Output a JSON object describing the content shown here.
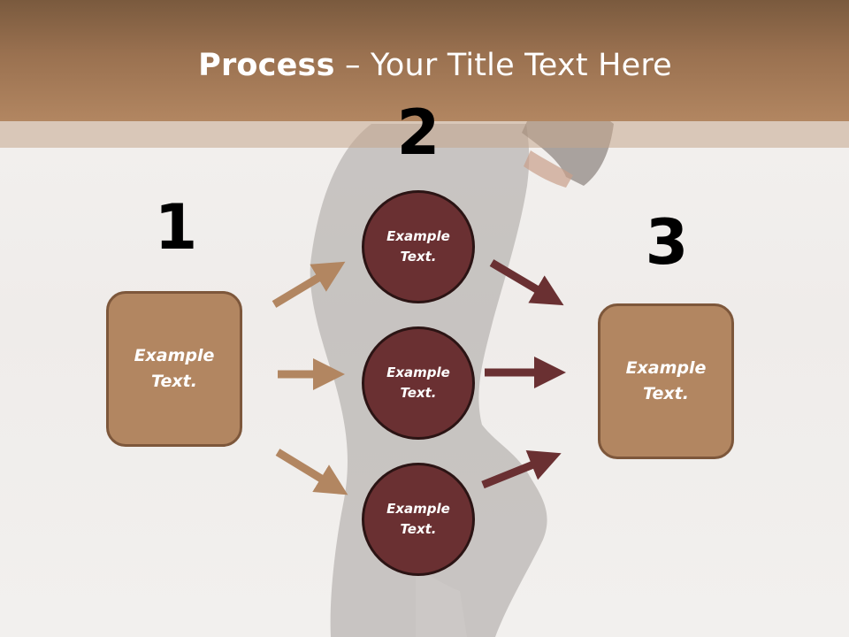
{
  "title": {
    "bold": "Process",
    "rest": " – Your Title Text Here"
  },
  "steps": [
    {
      "number": "1",
      "text": "Example\nText."
    },
    {
      "number": "2",
      "circles": [
        {
          "text": "Example\nText."
        },
        {
          "text": "Example\nText."
        },
        {
          "text": "Example\nText."
        }
      ]
    },
    {
      "number": "3",
      "text": "Example\nText."
    }
  ],
  "colors": {
    "header": "#a27a57",
    "box_fill": "#b28661",
    "box_border": "#7d573b",
    "circle_fill": "#6a3032",
    "arrow_left": "#b28661",
    "arrow_right": "#6a3032"
  }
}
